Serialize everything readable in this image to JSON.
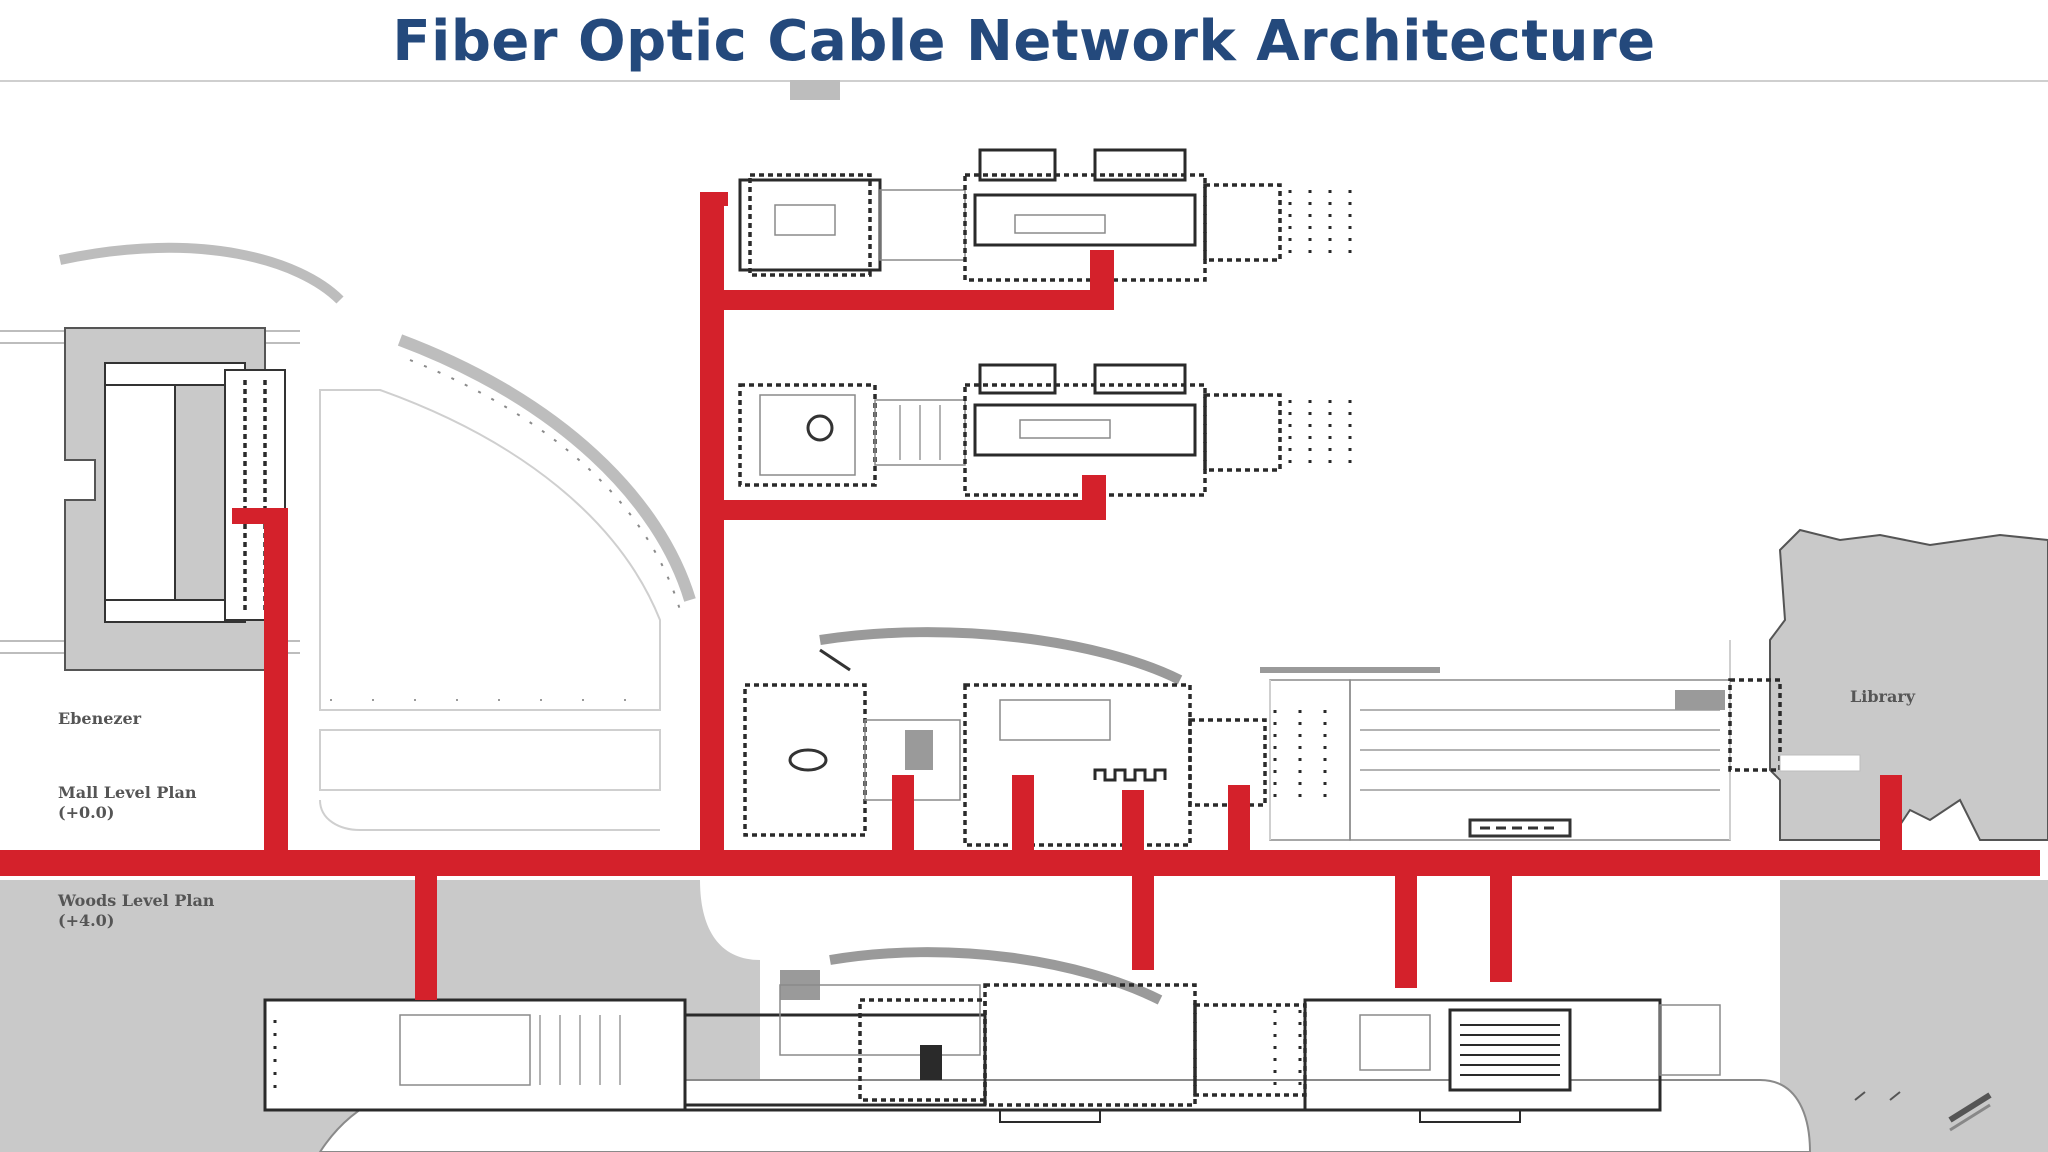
{
  "page": {
    "title": "Fiber Optic Cable Network Architecture"
  },
  "floor_plan": {
    "labels": {
      "left_building": "Ebenezer",
      "mall_level": "Mall Level Plan",
      "mall_level_elev": "(+0.0)",
      "woods_level": "Woods Level Plan",
      "woods_level_elev": "(+4.0)",
      "library": "Library"
    }
  },
  "colors": {
    "title": "#24497c",
    "cable": "#d4212b",
    "building_fill": "#c9c9c9"
  }
}
